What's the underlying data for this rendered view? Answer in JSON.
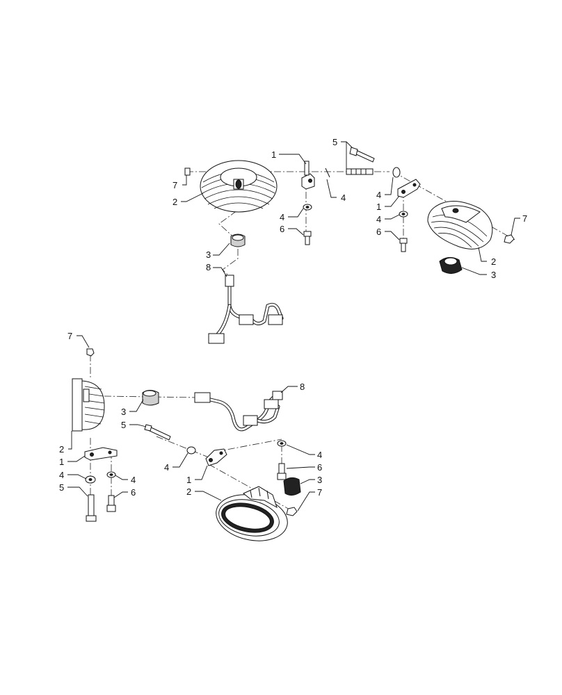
{
  "diagram": {
    "callouts": {
      "c1": "1",
      "c2": "2",
      "c3": "3",
      "c4": "4",
      "c5": "5",
      "c6": "6",
      "c7": "7",
      "c8": "8"
    }
  }
}
